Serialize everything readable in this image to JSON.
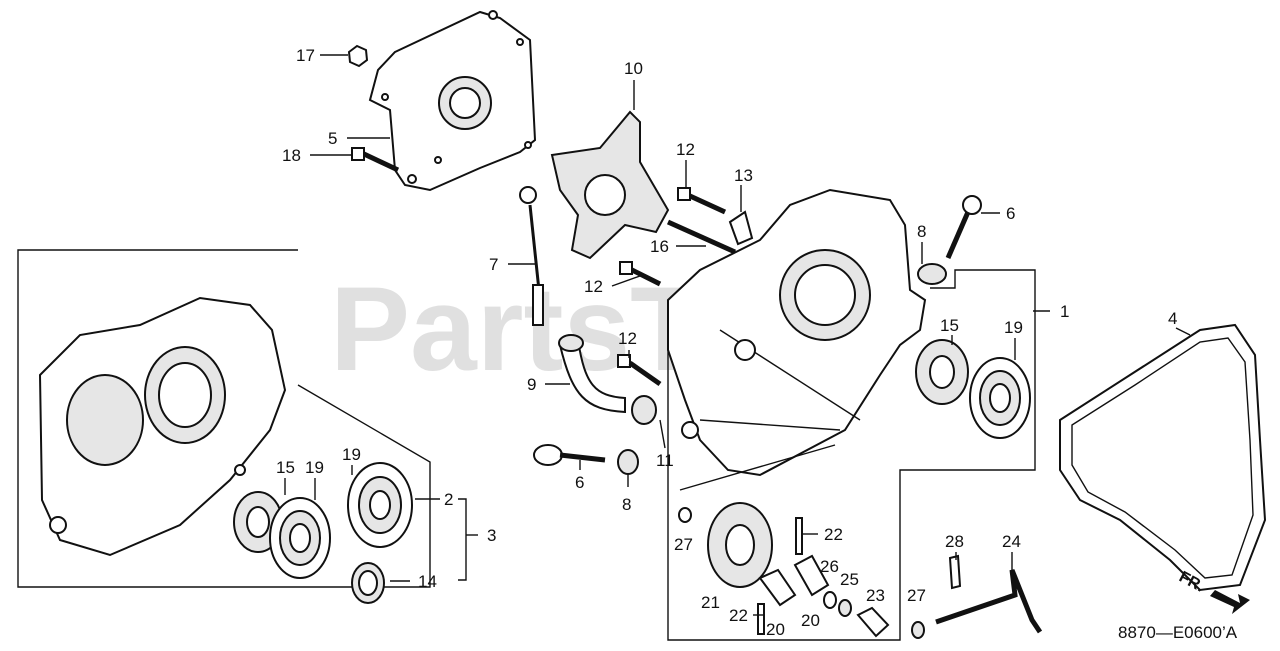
{
  "watermark": "PartsTree",
  "diagram_code": "8870—E0600’A",
  "direction_label": "FR.",
  "callouts": [
    {
      "id": "c17",
      "text": "17"
    },
    {
      "id": "c5",
      "text": "5"
    },
    {
      "id": "c18",
      "text": "18"
    },
    {
      "id": "c10",
      "text": "10"
    },
    {
      "id": "c12a",
      "text": "12"
    },
    {
      "id": "c13",
      "text": "13"
    },
    {
      "id": "c6a",
      "text": "6"
    },
    {
      "id": "c8a",
      "text": "8"
    },
    {
      "id": "c7",
      "text": "7"
    },
    {
      "id": "c16",
      "text": "16"
    },
    {
      "id": "c12b",
      "text": "12"
    },
    {
      "id": "c1",
      "text": "1"
    },
    {
      "id": "c15a",
      "text": "15"
    },
    {
      "id": "c19a",
      "text": "19"
    },
    {
      "id": "c4",
      "text": "4"
    },
    {
      "id": "c12c",
      "text": "12"
    },
    {
      "id": "c9",
      "text": "9"
    },
    {
      "id": "c11",
      "text": "11"
    },
    {
      "id": "c6b",
      "text": "6"
    },
    {
      "id": "c8b",
      "text": "8"
    },
    {
      "id": "c2",
      "text": "2"
    },
    {
      "id": "c3",
      "text": "3"
    },
    {
      "id": "c14",
      "text": "14"
    },
    {
      "id": "c15b",
      "text": "15"
    },
    {
      "id": "c19b",
      "text": "19"
    },
    {
      "id": "c19c",
      "text": "19"
    },
    {
      "id": "c22a",
      "text": "22"
    },
    {
      "id": "c27a",
      "text": "27"
    },
    {
      "id": "c28",
      "text": "28"
    },
    {
      "id": "c24",
      "text": "24"
    },
    {
      "id": "c26",
      "text": "26"
    },
    {
      "id": "c25",
      "text": "25"
    },
    {
      "id": "c21",
      "text": "21"
    },
    {
      "id": "c23",
      "text": "23"
    },
    {
      "id": "c22b",
      "text": "22"
    },
    {
      "id": "c20a",
      "text": "20"
    },
    {
      "id": "c20b",
      "text": "20"
    },
    {
      "id": "c27b",
      "text": "27"
    }
  ]
}
